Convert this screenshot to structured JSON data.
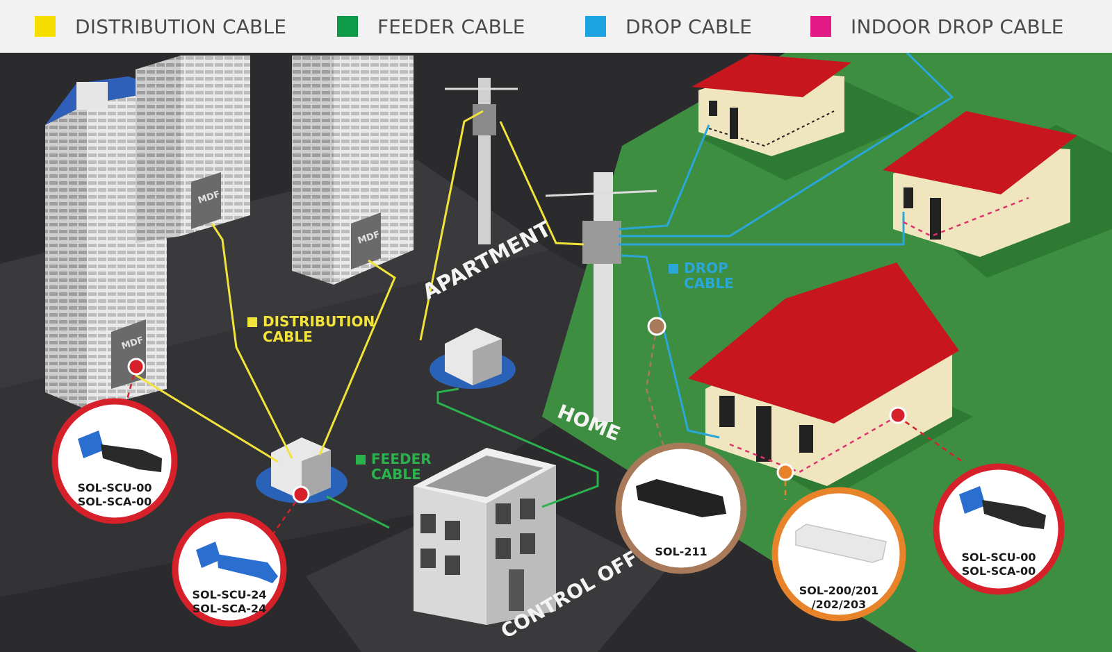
{
  "legend": {
    "items": [
      {
        "label": "DISTRIBUTION CABLE",
        "color": "#f5de00"
      },
      {
        "label": "FEEDER CABLE",
        "color": "#0f9a4a"
      },
      {
        "label": "DROP CABLE",
        "color": "#1aa3e0"
      },
      {
        "label": "INDOOR DROP CABLE",
        "color": "#e31b86"
      }
    ]
  },
  "colors": {
    "distribution": "#f2e33b",
    "feeder": "#2bb24c",
    "drop": "#2aa6d8",
    "indoor": "#e0306e",
    "roof": "#c8161e",
    "grass": "#3e8e41",
    "road": "#2b2b2d",
    "badge_red": "#d6202a",
    "badge_brown": "#a97a5a",
    "badge_orange": "#e8832a"
  },
  "areas": {
    "apartment": "APARTMENT",
    "home": "HOME",
    "control_office": "CONTROL OFFICE"
  },
  "mdf_label": "MDF",
  "scene_labels": {
    "distribution": [
      "DISTRIBUTION",
      "CABLE"
    ],
    "feeder": [
      "FEEDER",
      "CABLE"
    ],
    "drop": [
      "DROP",
      "CABLE"
    ]
  },
  "connectors": [
    {
      "lines": [
        "SOL-SCU-00",
        "SOL-SCA-00"
      ],
      "icon": "blue-sc-connector-icon"
    },
    {
      "lines": [
        "SOL-SCU-24",
        "SOL-SCA-24"
      ],
      "icon": "blue-sc-connector-boot-icon"
    },
    {
      "lines": [
        "SOL-211"
      ],
      "icon": "black-adapter-icon"
    },
    {
      "lines": [
        "SOL-200/201",
        "/202/203"
      ],
      "icon": "white-splice-closure-icon"
    },
    {
      "lines": [
        "SOL-SCU-00",
        "SOL-SCA-00"
      ],
      "icon": "blue-sc-connector-icon"
    }
  ]
}
